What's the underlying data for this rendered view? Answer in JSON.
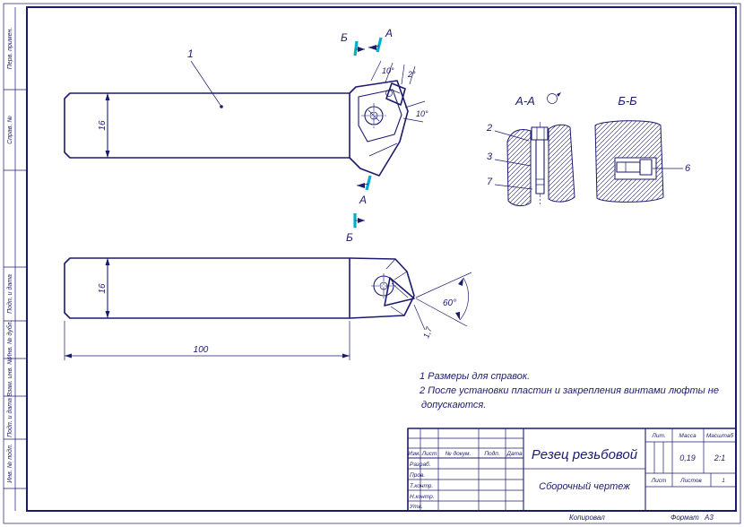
{
  "colors": {
    "line": "#1b1b6e",
    "accent": "#00aed0"
  },
  "margin": {
    "perv_primen": "Перв. примен.",
    "sprav_no": "Справ. №",
    "podp_data_1": "Подп. и дата",
    "inv_dubl": "Инв. № дубл.",
    "vzam_inv": "Взам. инв. №",
    "podp_data_2": "Подп. и дата",
    "inv_podl": "Инв. № подл."
  },
  "cuts": {
    "a": "А",
    "b": "Б"
  },
  "sections": {
    "aa": "А-А",
    "bb": "Б-Б"
  },
  "callouts": {
    "n1": "1",
    "n2": "2",
    "n3": "3",
    "n6": "6",
    "n7": "7"
  },
  "dims": {
    "h16": "16",
    "len100": "100",
    "tip17": "1,7",
    "ang60": "60°",
    "ang10": "10°",
    "ang2": "2°"
  },
  "notes": [
    "1 Размеры для справок.",
    "2 После установки пластин и закрепления винтами люфты не",
    "допускаются."
  ],
  "title_block": {
    "product_name": "Резец резьбовой",
    "doc_type": "Сборочный чертеж",
    "col_izm": "Изм.",
    "col_list": "Лист",
    "col_doc": "№ докум.",
    "col_podp": "Подп.",
    "col_data": "Дата",
    "row_razrab": "Разраб.",
    "row_prov": "Пров.",
    "row_tkontr": "Т.контр.",
    "row_nkontr": "Н.контр.",
    "row_utv": "Утв.",
    "lit": "Лит.",
    "massa": "Масса",
    "masshtab": "Масштаб",
    "massa_value": "0,19",
    "masshtab_value": "2:1",
    "list": "Лист",
    "listov": "Листов",
    "listov_value": "1"
  },
  "footer": {
    "kopiroval": "Копировал",
    "format_label": "Формат",
    "format_value": "А3"
  }
}
